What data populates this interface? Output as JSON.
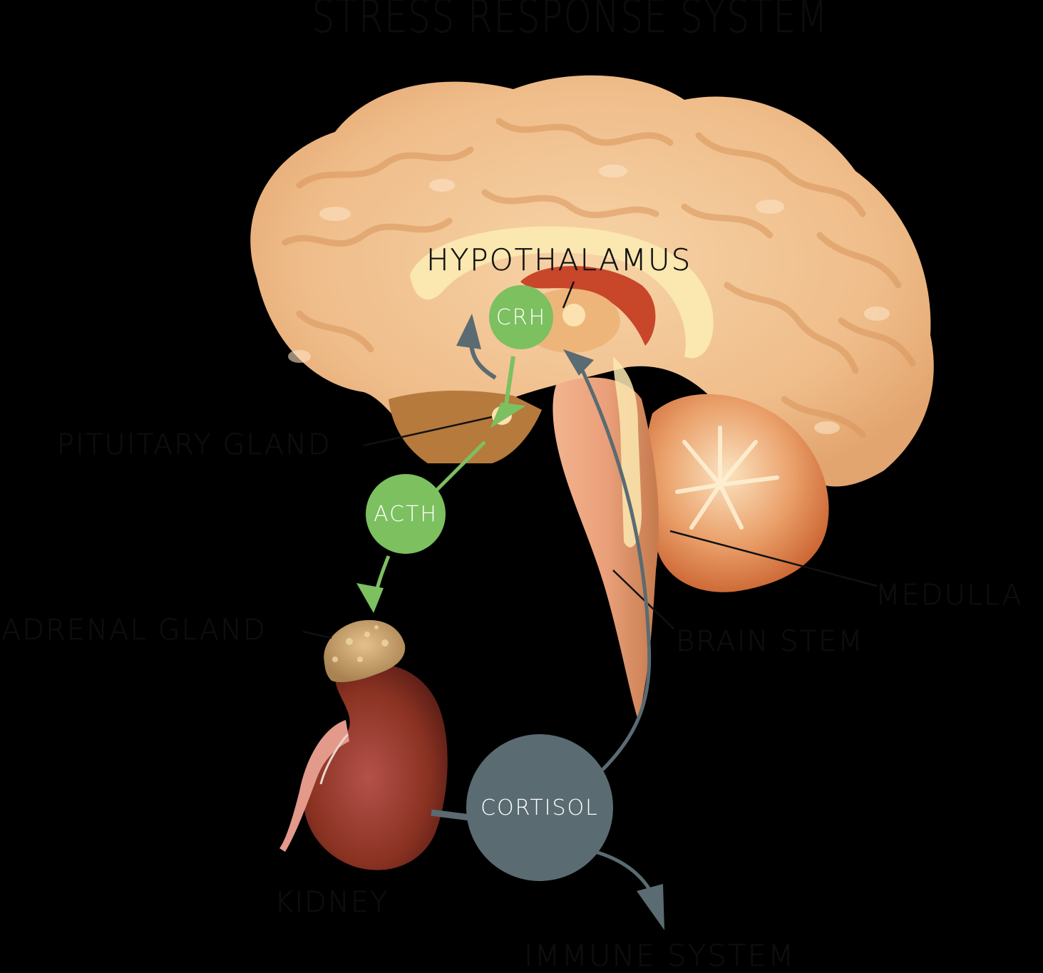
{
  "diagram": {
    "title": "STRESS RESPONSE SYSTEM",
    "structures": {
      "hypothalamus": "HYPOTHALAMUS",
      "pituitary_gland": "PITUITARY GLAND",
      "adrenal_gland": "ADRENAL GLAND",
      "kidney": "KIDNEY",
      "medulla": "MEDULLA",
      "brain_stem": "BRAIN STEM",
      "immune_system": "IMMUNE SYSTEM"
    },
    "hormones": {
      "crh": "CRH",
      "acth": "ACTH",
      "cortisol": "CORTISOL"
    },
    "flows": [
      {
        "from": "HYPOTHALAMUS",
        "via": "CRH",
        "to": "PITUITARY GLAND",
        "color": "#7cc060"
      },
      {
        "from": "PITUITARY GLAND",
        "via": "ACTH",
        "to": "ADRENAL GLAND",
        "color": "#7cc060"
      },
      {
        "from": "ADRENAL GLAND",
        "via": "CORTISOL",
        "to": "BRAIN STEM / HYPOTHALAMUS",
        "color": "#5a6b72"
      },
      {
        "from": "CORTISOL",
        "to": "IMMUNE SYSTEM",
        "color": "#5a6b72"
      }
    ],
    "colors": {
      "background": "#000000",
      "hormone_green": "#7cc060",
      "cortisol_slate": "#5a6b72",
      "brain_tan": "#f2c08e",
      "kidney_red": "#8e3424",
      "adrenal_tan": "#c9a06a"
    }
  }
}
